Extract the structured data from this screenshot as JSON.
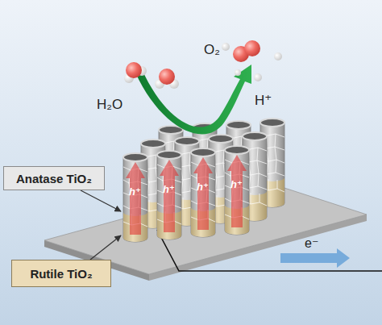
{
  "diagram": {
    "nodes": [
      {
        "text": [
          "Anatase TiO₂"
        ]
      },
      {
        "text": [
          "Rutile TiO₂"
        ]
      }
    ],
    "labels": [
      "H₂O",
      "O₂",
      "H⁺",
      "h⁺",
      "h⁺",
      "h⁺",
      "h⁺",
      "e⁻"
    ]
  }
}
